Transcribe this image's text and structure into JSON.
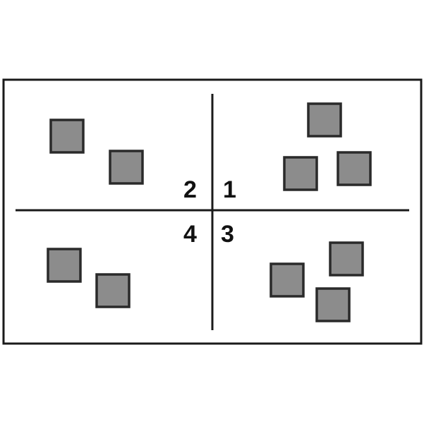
{
  "quadrant_labels": {
    "q1": "1",
    "q2": "2",
    "q3": "3",
    "q4": "4"
  },
  "quadrants": {
    "q1_squares": 3,
    "q2_squares": 2,
    "q3_squares": 3,
    "q4_squares": 2
  },
  "colors": {
    "square_fill": "#8c8c8c",
    "stroke": "#1a1a1a"
  }
}
